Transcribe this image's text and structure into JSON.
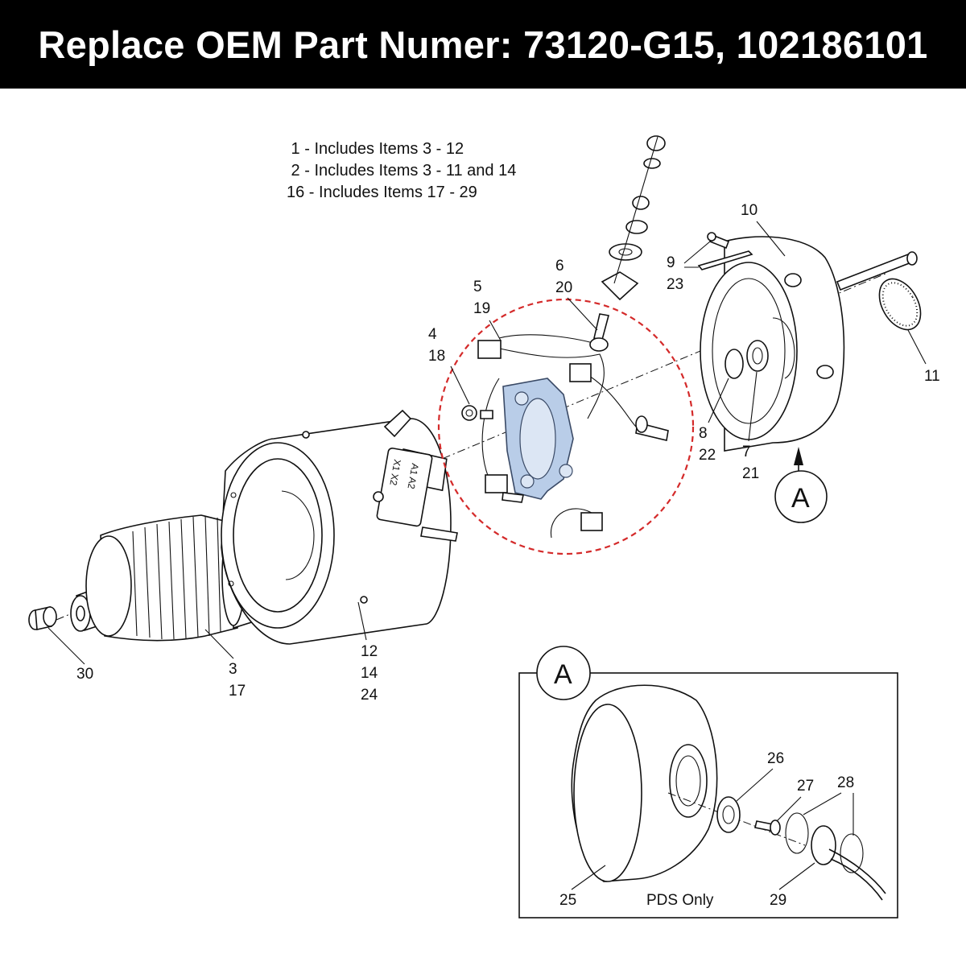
{
  "header": {
    "title": "Replace OEM Part Numer: 73120-G15, 102186101"
  },
  "notes": [
    " 1 - Includes Items 3 - 12",
    " 2 - Includes Items 3 - 11 and 14",
    "16 - Includes Items 17 - 29"
  ],
  "terminal_labels": {
    "top": "X1  X2",
    "bottom": "A1  A2"
  },
  "callouts": {
    "c3": "3",
    "c17": "17",
    "c4": "4",
    "c18": "18",
    "c5": "5",
    "c19": "19",
    "c6": "6",
    "c20": "20",
    "c7": "7",
    "c21": "21",
    "c8": "8",
    "c22": "22",
    "c9": "9",
    "c23": "23",
    "c10": "10",
    "c11": "11",
    "c12": "12",
    "c14": "14",
    "c24": "24",
    "c25": "25",
    "c26": "26",
    "c27": "27",
    "c28": "28",
    "c29": "29",
    "c30": "30"
  },
  "detail": {
    "marker": "A",
    "inset_marker": "A",
    "note": "PDS Only"
  },
  "colors": {
    "header_bg": "#000000",
    "highlight": "#b9cde8",
    "dashed_circle": "#d42a2a"
  }
}
